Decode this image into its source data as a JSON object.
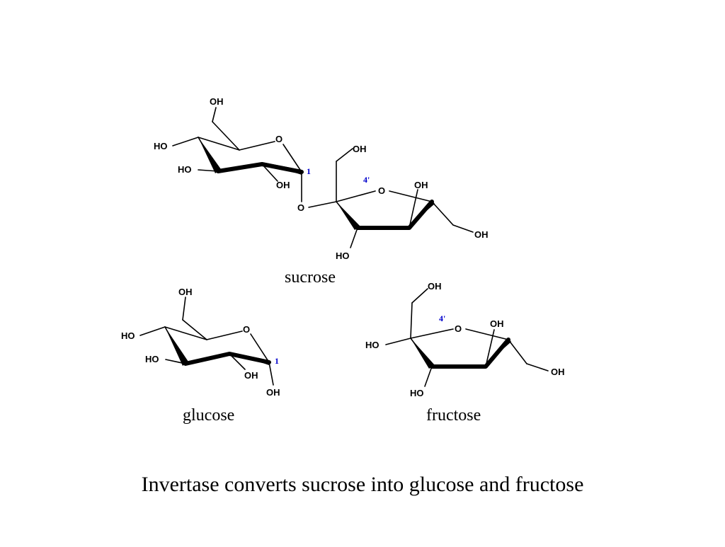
{
  "atoms": {
    "oh": "OH",
    "ho": "HO",
    "o": "O",
    "c1": "1",
    "c4p": "4'"
  },
  "molecules": {
    "sucrose": "sucrose",
    "glucose": "glucose",
    "fructose": "fructose"
  },
  "caption": "Invertase converts sucrose into glucose and fructose"
}
